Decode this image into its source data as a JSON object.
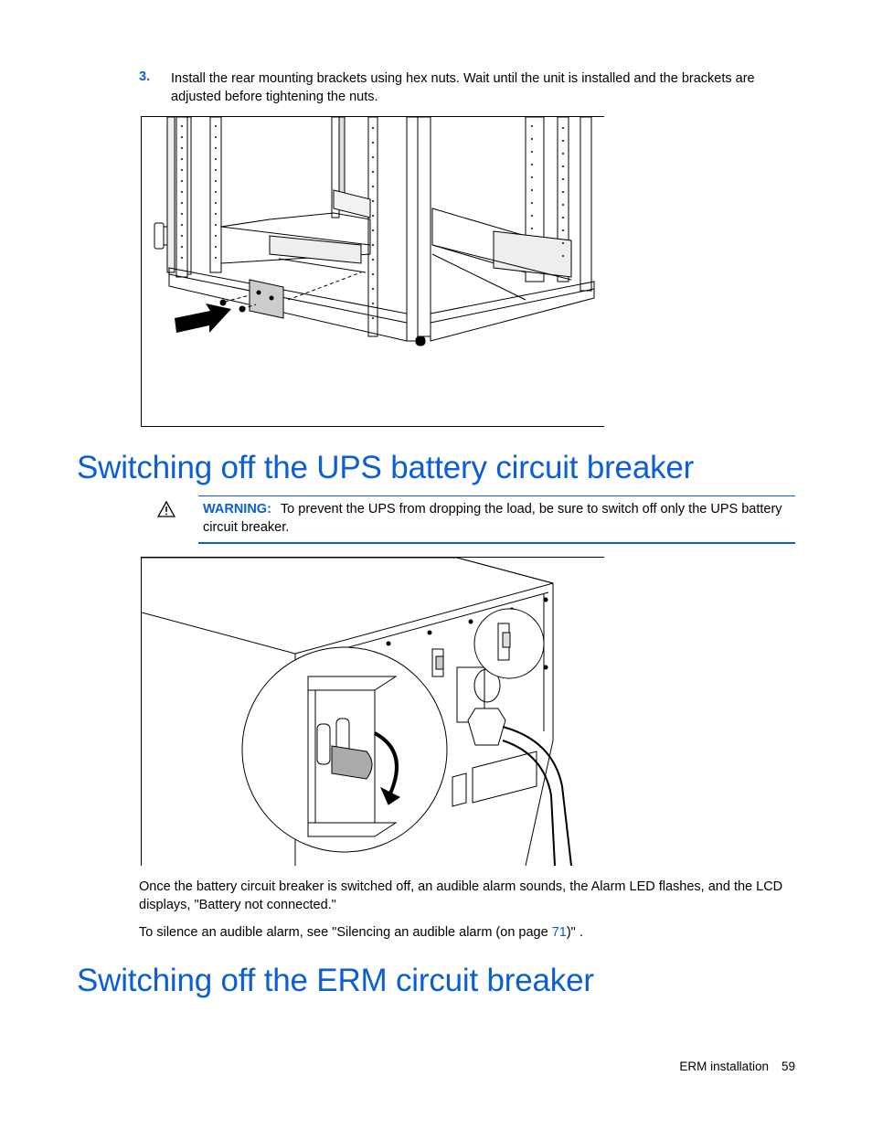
{
  "step": {
    "number": "3.",
    "text": "Install the rear mounting brackets using hex nuts. Wait until the unit is installed and the brackets are adjusted before tightening the nuts."
  },
  "figure1": {
    "icon": "rack-bracket-illustration"
  },
  "section1": {
    "title": "Switching off the UPS battery circuit breaker",
    "warning_label": "WARNING:",
    "warning_text": "To prevent the UPS from dropping the load, be sure to switch off only the UPS battery circuit breaker.",
    "warning_icon": "warning-triangle-icon"
  },
  "figure2": {
    "icon": "circuit-breaker-illustration"
  },
  "para1": "Once the battery circuit breaker is switched off, an audible alarm sounds, the Alarm LED flashes, and the LCD displays, \"Battery not connected.\"",
  "para2": {
    "before": "To silence an audible alarm, see \"Silencing an audible alarm (on page ",
    "link": "71",
    "after": ")\" ."
  },
  "section2": {
    "title": "Switching off the ERM circuit breaker"
  },
  "footer": {
    "section": "ERM installation",
    "page": "59"
  },
  "colors": {
    "accent": "#0a5ed7"
  }
}
